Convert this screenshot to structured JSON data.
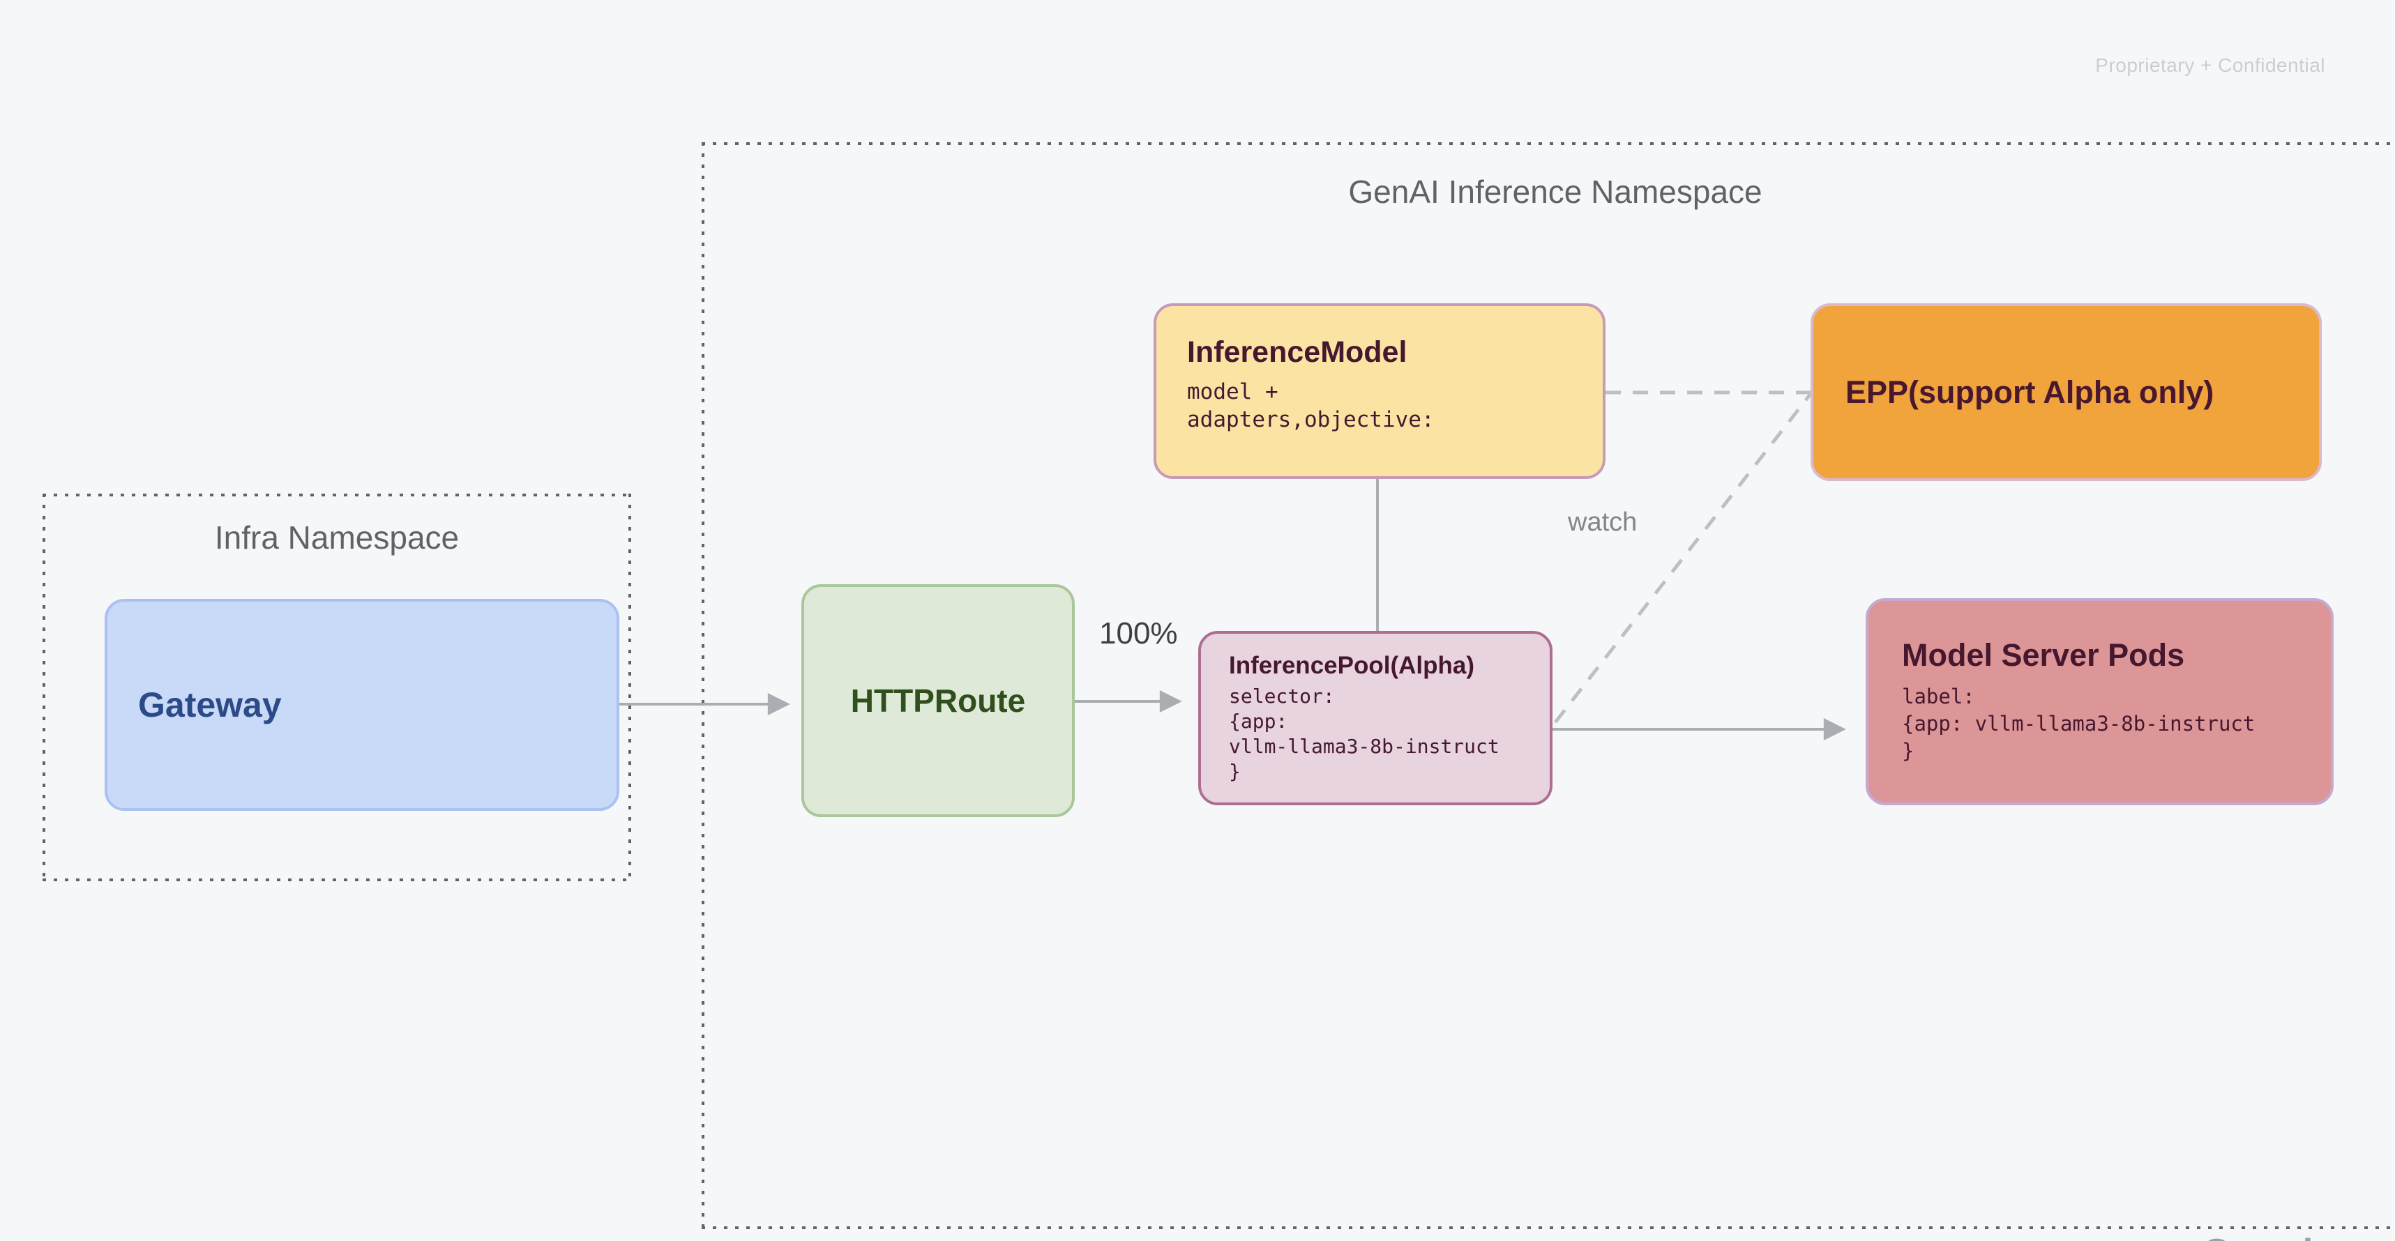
{
  "watermark": "Proprietary + Confidential",
  "namespaces": {
    "infra": {
      "title": "Infra Namespace"
    },
    "genai": {
      "title": "GenAI Inference Namespace"
    }
  },
  "nodes": {
    "gateway": {
      "label": "Gateway",
      "fill": "#c9d9f8",
      "text_color": "#2b4a87"
    },
    "httproute": {
      "label": "HTTPRoute",
      "fill": "#deead7",
      "text_color": "#314f1c"
    },
    "inference_model": {
      "title": "InferenceModel",
      "code": [
        "model +",
        "adapters,objective:"
      ],
      "fill": "#fbe4a3",
      "text_color": "#46182f"
    },
    "epp": {
      "title": "EPP(support Alpha only)",
      "fill": "#f1a33c",
      "text_color": "#4a182e"
    },
    "inference_pool": {
      "title": "InferencePool(Alpha)",
      "code": [
        "selector:",
        "{app:",
        "vllm-llama3-8b-instruct",
        "}"
      ],
      "fill": "#e7d4de",
      "text_color": "#46182f"
    },
    "model_server_pods": {
      "title": "Model Server Pods",
      "code": [
        "label:",
        "{app: vllm-llama3-8b-instruct",
        "}"
      ],
      "fill": "#dd9697",
      "text_color": "#46182f"
    }
  },
  "edges": {
    "route_weight_label": "100%",
    "watch_label": "watch",
    "arrow_color": "#aaadb2",
    "dash_color": "#bcbfc4"
  },
  "footer_logo": "Google"
}
